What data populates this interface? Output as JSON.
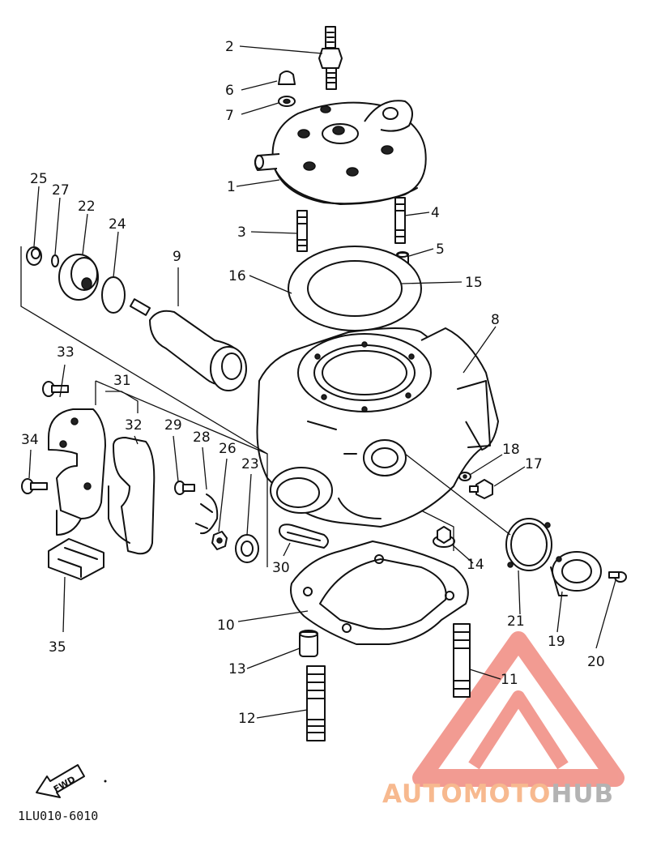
{
  "callouts": [
    {
      "id": "1",
      "label": "1"
    },
    {
      "id": "2",
      "label": "2"
    },
    {
      "id": "3",
      "label": "3"
    },
    {
      "id": "4",
      "label": "4"
    },
    {
      "id": "5",
      "label": "5"
    },
    {
      "id": "6",
      "label": "6"
    },
    {
      "id": "7",
      "label": "7"
    },
    {
      "id": "8",
      "label": "8"
    },
    {
      "id": "9",
      "label": "9"
    },
    {
      "id": "10",
      "label": "10"
    },
    {
      "id": "11",
      "label": "11"
    },
    {
      "id": "12",
      "label": "12"
    },
    {
      "id": "13",
      "label": "13"
    },
    {
      "id": "14",
      "label": "14"
    },
    {
      "id": "15",
      "label": "15"
    },
    {
      "id": "16",
      "label": "16"
    },
    {
      "id": "17",
      "label": "17"
    },
    {
      "id": "18",
      "label": "18"
    },
    {
      "id": "19",
      "label": "19"
    },
    {
      "id": "20",
      "label": "20"
    },
    {
      "id": "21",
      "label": "21"
    },
    {
      "id": "22",
      "label": "22"
    },
    {
      "id": "23",
      "label": "23"
    },
    {
      "id": "24",
      "label": "24"
    },
    {
      "id": "25",
      "label": "25"
    },
    {
      "id": "26",
      "label": "26"
    },
    {
      "id": "27",
      "label": "27"
    },
    {
      "id": "28",
      "label": "28"
    },
    {
      "id": "29",
      "label": "29"
    },
    {
      "id": "30",
      "label": "30"
    },
    {
      "id": "31",
      "label": "31"
    },
    {
      "id": "32",
      "label": "32"
    },
    {
      "id": "33",
      "label": "33"
    },
    {
      "id": "34",
      "label": "34"
    },
    {
      "id": "35",
      "label": "35"
    }
  ],
  "fwd_label": "FWD",
  "drawing_code": "1LU010-6010",
  "watermark": {
    "part_a": "AUTOMOTO",
    "part_b": "HUB",
    "color_a": "#f7b98f",
    "color_b": "#b3b3b3",
    "triangle_color": "#f08a80"
  }
}
